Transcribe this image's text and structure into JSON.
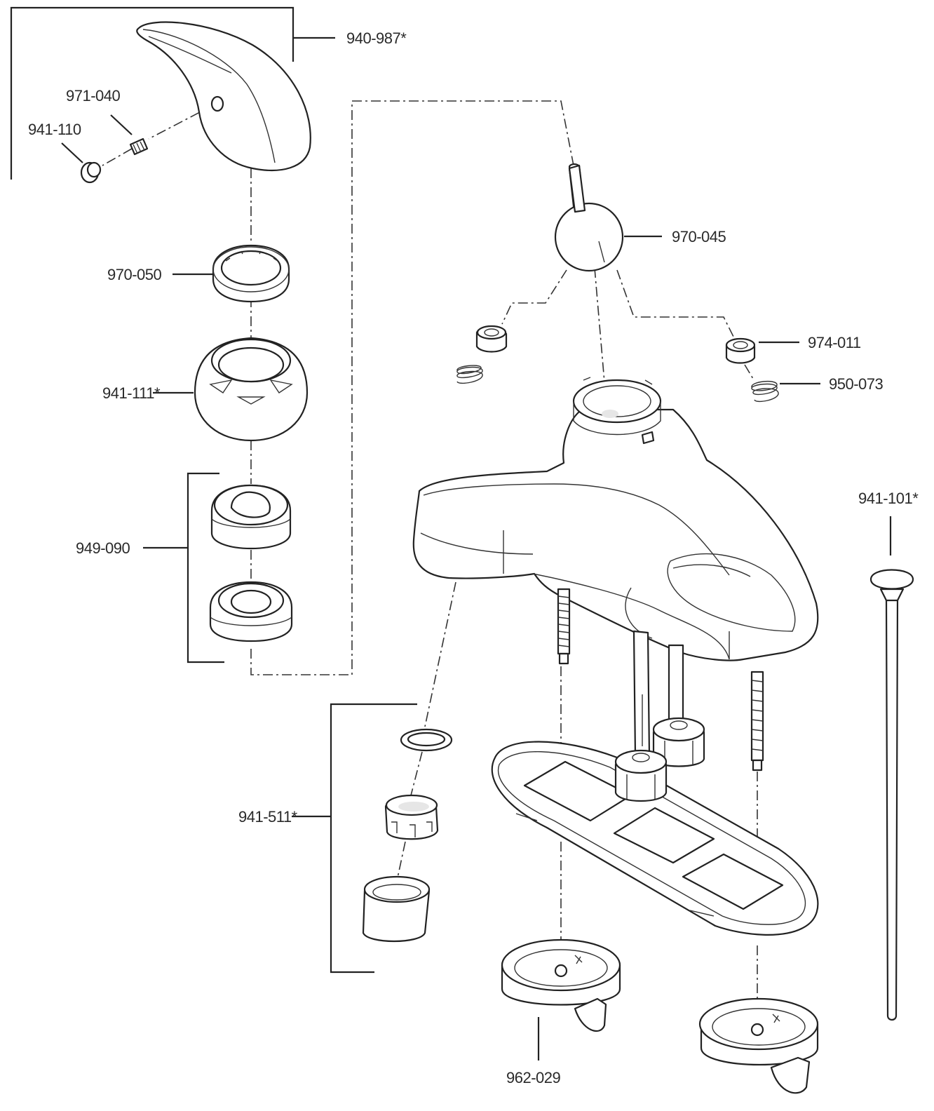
{
  "labels": {
    "handle": "940-987*",
    "set_screw": "971-040",
    "plug_button": "941-110",
    "cam_assembly": "970-050",
    "cap": "941-111*",
    "bonnet_nut": "949-090",
    "ball_assembly": "970-045",
    "seat": "974-011",
    "spring": "950-073",
    "lift_rod": "941-101*",
    "aerator": "941-511*",
    "handle_base": "962-029"
  }
}
